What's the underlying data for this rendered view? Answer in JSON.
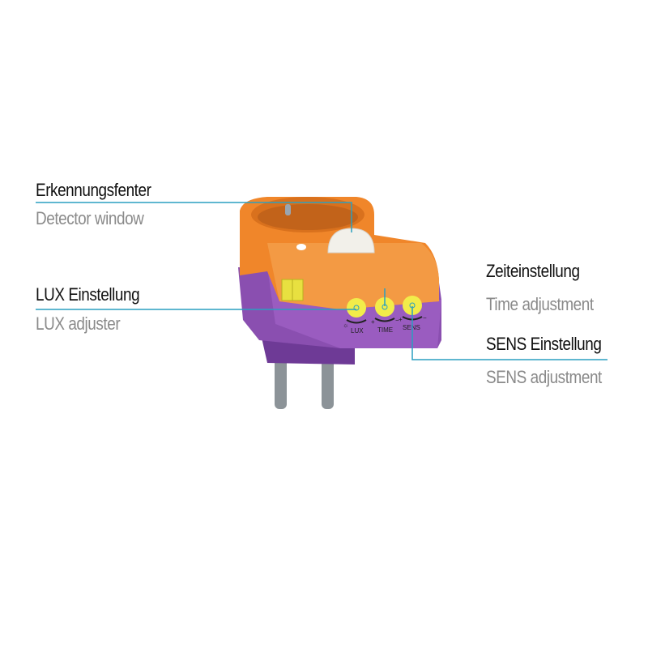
{
  "callouts": {
    "detector": {
      "de": "Erkennungsfenter",
      "en": "Detector window"
    },
    "lux": {
      "de": "LUX Einstellung",
      "en": "LUX adjuster"
    },
    "time": {
      "de": "Zeiteinstellung",
      "en": "Time adjustment"
    },
    "sens": {
      "de": "SENS Einstellung",
      "en": "SENS adjustment"
    }
  },
  "device_markings": {
    "lux": "LUX",
    "time": "TIME",
    "sens": "SENS",
    "plus": "+",
    "minus": "−"
  },
  "colors": {
    "line": "#2a9fc0",
    "orange": "#f0862a",
    "purple": "#8a4fb0",
    "knob": "#f2ec4a"
  }
}
